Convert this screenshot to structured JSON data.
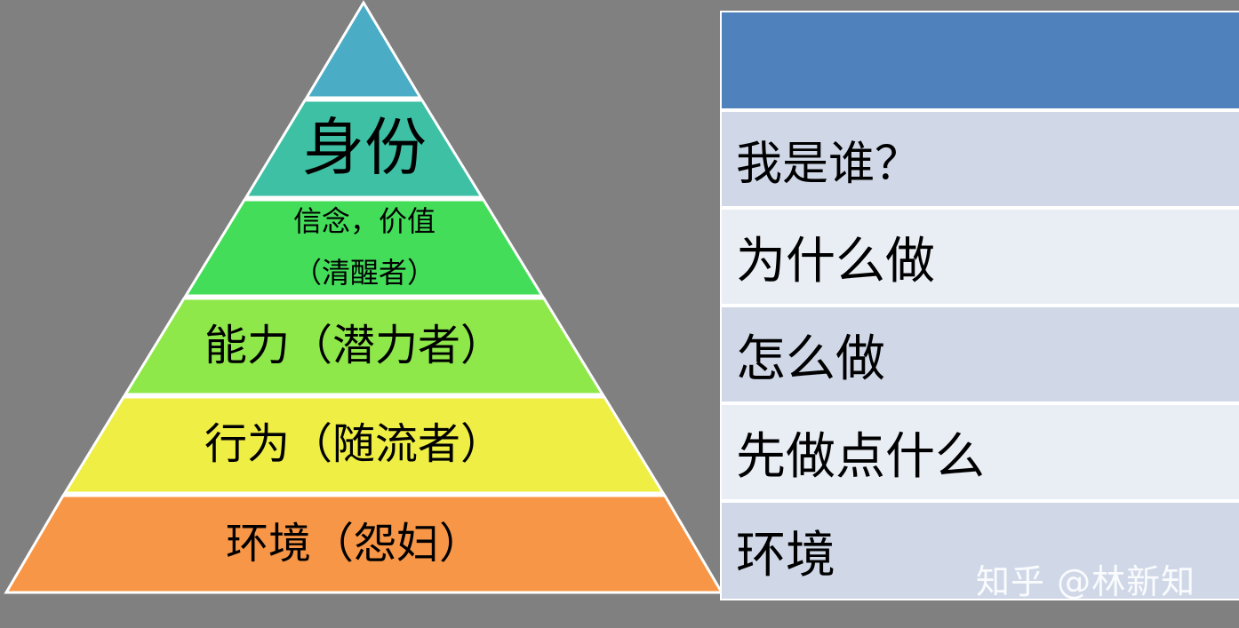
{
  "pyramid": {
    "layers": [
      {
        "label": "",
        "color": "#4bacc6"
      },
      {
        "label": "身份",
        "color": "#3ec0a4"
      },
      {
        "label": "信念，价值",
        "label2": "（清醒者）",
        "color": "#44dd5a"
      },
      {
        "label": "能力（潜力者）",
        "color": "#8ee84a"
      },
      {
        "label": "行为（随流者）",
        "color": "#eeee44"
      },
      {
        "label": "环境（怨妇）",
        "color": "#f79646"
      }
    ]
  },
  "table": {
    "header": "",
    "rows": [
      "我是谁？",
      "为什么做",
      "怎么做",
      "先做点什么",
      "环境"
    ],
    "colors": {
      "header": "#4f81bd",
      "band_dark": "#d0d8e8",
      "band_light": "#e9edf4"
    }
  },
  "watermark": "知乎 @林新知"
}
